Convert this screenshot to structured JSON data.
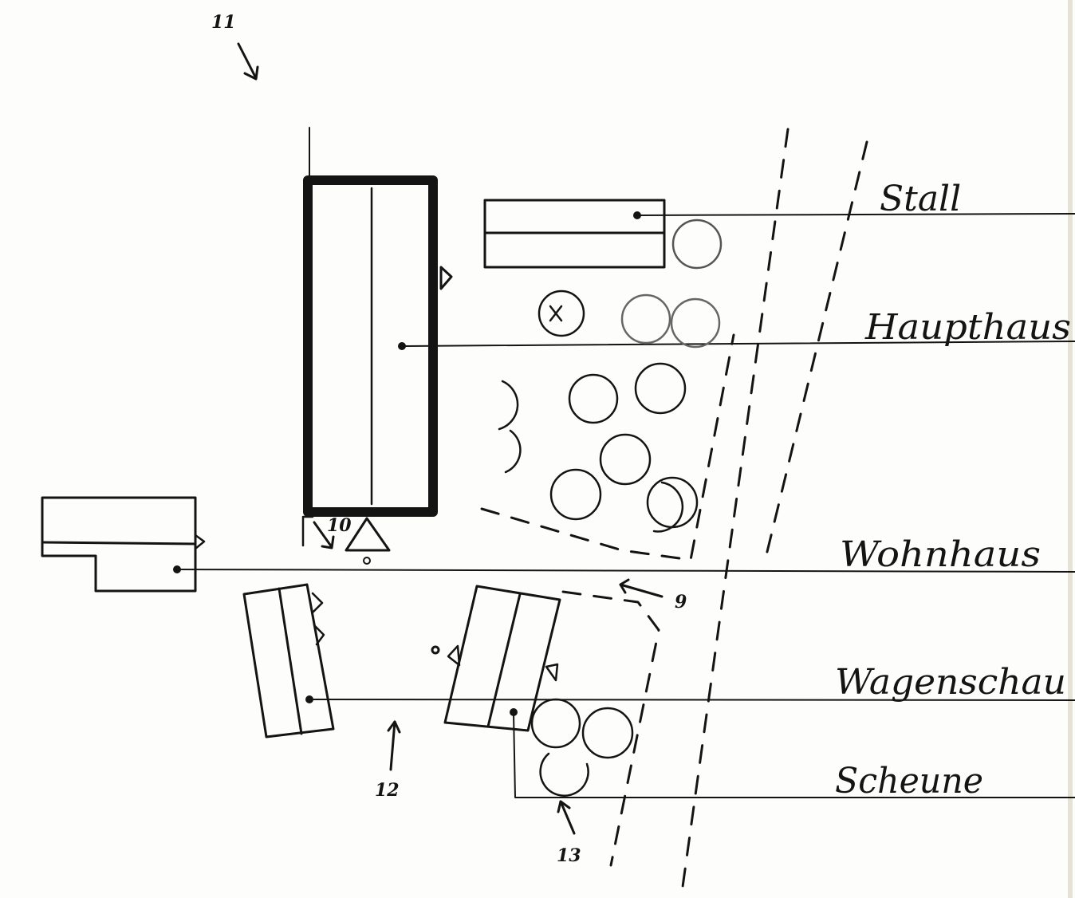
{
  "labels": {
    "stall": "Stall",
    "haupthaus": "Haupthaus",
    "wohnhaus": "Wohnhaus",
    "wagenschau": "Wagenschau",
    "scheune": "Scheune"
  },
  "numbers": {
    "n9": "9",
    "n10": "10",
    "n11": "11",
    "n12": "12",
    "n13": "13"
  },
  "colors": {
    "ink": "#141414",
    "paper": "#fdfdfb"
  }
}
